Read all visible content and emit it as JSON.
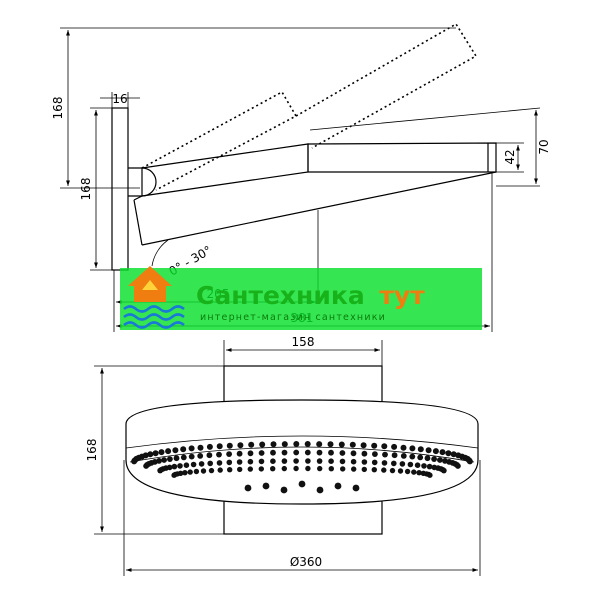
{
  "side_view": {
    "dim_height_overall": "168",
    "dim_height_inner": "168",
    "dim_wall_thickness": "16",
    "dim_angle": "0° - 30°",
    "dim_tube_outer": "70",
    "dim_tube_inner": "42",
    "dim_reach_mid": "205",
    "dim_reach_total": "381"
  },
  "front_view": {
    "dim_mount_width": "158",
    "dim_height": "168",
    "dim_diameter": "Ø360"
  },
  "watermark": {
    "title_main": "Сантехника",
    "title_accent": "тут",
    "subtitle": "интернет-магазин сантехники",
    "color_main": "#1db51d",
    "color_accent": "#f07d10"
  }
}
